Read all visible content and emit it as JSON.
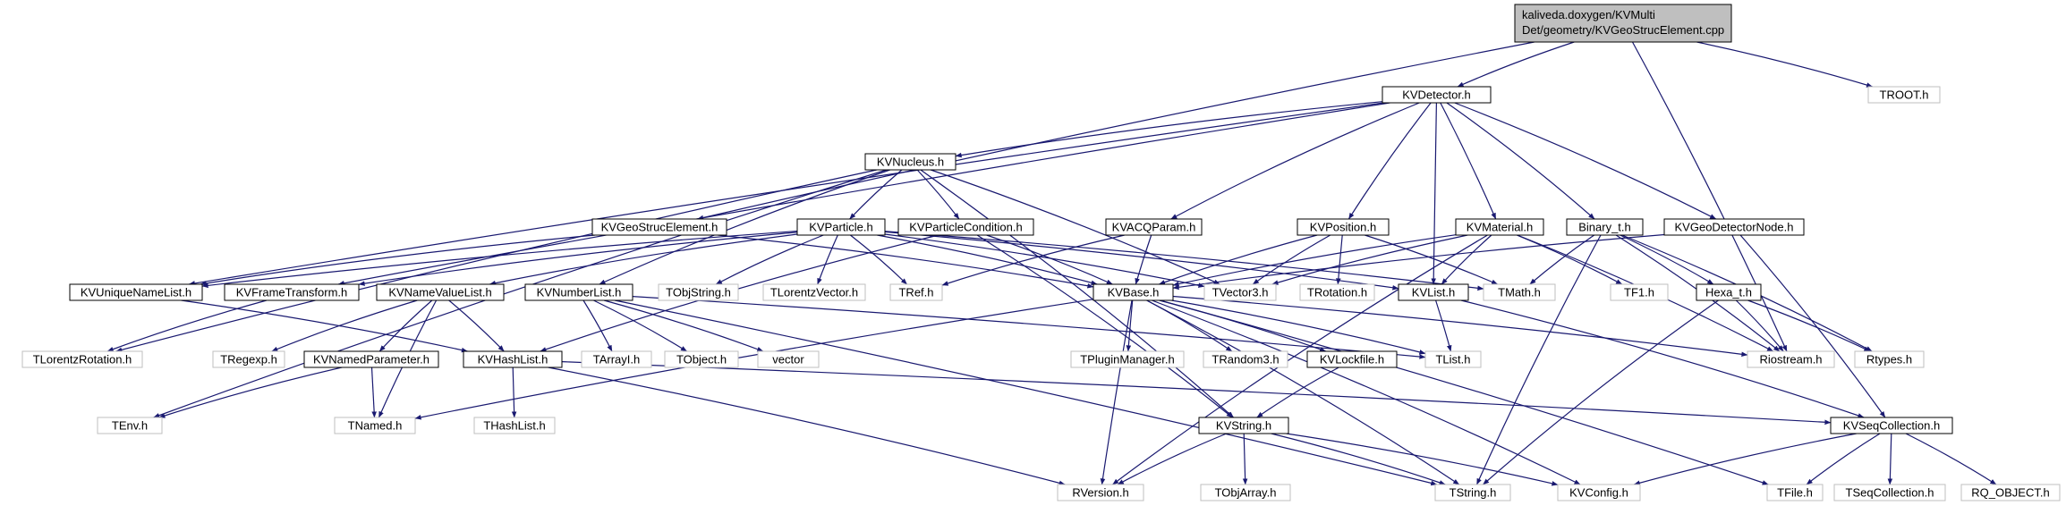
{
  "graph": {
    "nodes": [
      {
        "id": "root",
        "label": [
          "kaliveda.doxygen/KVMulti",
          "Det/geometry/KVGeoStrucElement.cpp"
        ],
        "kind": "root"
      },
      {
        "id": "KVDetector",
        "label": [
          "KVDetector.h"
        ],
        "kind": "project"
      },
      {
        "id": "TROOT",
        "label": [
          "TROOT.h"
        ],
        "kind": "system"
      },
      {
        "id": "KVNucleus",
        "label": [
          "KVNucleus.h"
        ],
        "kind": "project"
      },
      {
        "id": "KVGeoStrucElement",
        "label": [
          "KVGeoStrucElement.h"
        ],
        "kind": "project"
      },
      {
        "id": "KVParticle",
        "label": [
          "KVParticle.h"
        ],
        "kind": "project"
      },
      {
        "id": "KVParticleCondition",
        "label": [
          "KVParticleCondition.h"
        ],
        "kind": "project"
      },
      {
        "id": "KVACQParam",
        "label": [
          "KVACQParam.h"
        ],
        "kind": "project"
      },
      {
        "id": "KVPosition",
        "label": [
          "KVPosition.h"
        ],
        "kind": "project"
      },
      {
        "id": "KVMaterial",
        "label": [
          "KVMaterial.h"
        ],
        "kind": "project"
      },
      {
        "id": "Binary_t",
        "label": [
          "Binary_t.h"
        ],
        "kind": "project"
      },
      {
        "id": "KVGeoDetectorNode",
        "label": [
          "KVGeoDetectorNode.h"
        ],
        "kind": "project"
      },
      {
        "id": "KVUniqueNameList",
        "label": [
          "KVUniqueNameList.h"
        ],
        "kind": "project"
      },
      {
        "id": "KVFrameTransform",
        "label": [
          "KVFrameTransform.h"
        ],
        "kind": "project"
      },
      {
        "id": "KVNameValueList",
        "label": [
          "KVNameValueList.h"
        ],
        "kind": "project"
      },
      {
        "id": "KVNumberList",
        "label": [
          "KVNumberList.h"
        ],
        "kind": "project"
      },
      {
        "id": "TObjString",
        "label": [
          "TObjString.h"
        ],
        "kind": "system"
      },
      {
        "id": "TLorentzVector",
        "label": [
          "TLorentzVector.h"
        ],
        "kind": "system"
      },
      {
        "id": "TRef",
        "label": [
          "TRef.h"
        ],
        "kind": "system"
      },
      {
        "id": "KVBase",
        "label": [
          "KVBase.h"
        ],
        "kind": "project"
      },
      {
        "id": "TVector3",
        "label": [
          "TVector3.h"
        ],
        "kind": "system"
      },
      {
        "id": "TRotation",
        "label": [
          "TRotation.h"
        ],
        "kind": "system"
      },
      {
        "id": "KVList",
        "label": [
          "KVList.h"
        ],
        "kind": "project"
      },
      {
        "id": "TMath",
        "label": [
          "TMath.h"
        ],
        "kind": "system"
      },
      {
        "id": "TF1",
        "label": [
          "TF1.h"
        ],
        "kind": "system"
      },
      {
        "id": "Hexa_t",
        "label": [
          "Hexa_t.h"
        ],
        "kind": "project"
      },
      {
        "id": "TLorentzRotation",
        "label": [
          "TLorentzRotation.h"
        ],
        "kind": "system"
      },
      {
        "id": "TRegexp",
        "label": [
          "TRegexp.h"
        ],
        "kind": "system"
      },
      {
        "id": "KVNamedParameter",
        "label": [
          "KVNamedParameter.h"
        ],
        "kind": "project"
      },
      {
        "id": "KVHashList",
        "label": [
          "KVHashList.h"
        ],
        "kind": "project"
      },
      {
        "id": "TArrayI",
        "label": [
          "TArrayI.h"
        ],
        "kind": "system"
      },
      {
        "id": "TObject",
        "label": [
          "TObject.h"
        ],
        "kind": "system"
      },
      {
        "id": "vector",
        "label": [
          "vector"
        ],
        "kind": "system"
      },
      {
        "id": "TPluginManager",
        "label": [
          "TPluginManager.h"
        ],
        "kind": "system"
      },
      {
        "id": "TRandom3",
        "label": [
          "TRandom3.h"
        ],
        "kind": "system"
      },
      {
        "id": "KVLockfile",
        "label": [
          "KVLockfile.h"
        ],
        "kind": "project"
      },
      {
        "id": "TList",
        "label": [
          "TList.h"
        ],
        "kind": "system"
      },
      {
        "id": "Riostream",
        "label": [
          "Riostream.h"
        ],
        "kind": "system"
      },
      {
        "id": "Rtypes",
        "label": [
          "Rtypes.h"
        ],
        "kind": "system"
      },
      {
        "id": "TEnv",
        "label": [
          "TEnv.h"
        ],
        "kind": "system"
      },
      {
        "id": "TNamed",
        "label": [
          "TNamed.h"
        ],
        "kind": "system"
      },
      {
        "id": "THashList",
        "label": [
          "THashList.h"
        ],
        "kind": "system"
      },
      {
        "id": "KVString",
        "label": [
          "KVString.h"
        ],
        "kind": "project"
      },
      {
        "id": "KVSeqCollection",
        "label": [
          "KVSeqCollection.h"
        ],
        "kind": "project"
      },
      {
        "id": "RVersion",
        "label": [
          "RVersion.h"
        ],
        "kind": "system"
      },
      {
        "id": "TObjArray",
        "label": [
          "TObjArray.h"
        ],
        "kind": "system"
      },
      {
        "id": "TString",
        "label": [
          "TString.h"
        ],
        "kind": "system"
      },
      {
        "id": "KVConfig",
        "label": [
          "KVConfig.h"
        ],
        "kind": "system"
      },
      {
        "id": "TFile",
        "label": [
          "TFile.h"
        ],
        "kind": "system"
      },
      {
        "id": "TSeqCollection",
        "label": [
          "TSeqCollection.h"
        ],
        "kind": "system"
      },
      {
        "id": "RQ_OBJECT",
        "label": [
          "RQ_OBJECT.h"
        ],
        "kind": "system"
      }
    ],
    "edges": [
      [
        "root",
        "KVDetector"
      ],
      [
        "root",
        "TROOT"
      ],
      [
        "root",
        "KVGeoStrucElement"
      ],
      [
        "root",
        "Riostream"
      ],
      [
        "KVDetector",
        "KVNucleus"
      ],
      [
        "KVDetector",
        "KVACQParam"
      ],
      [
        "KVDetector",
        "KVPosition"
      ],
      [
        "KVDetector",
        "KVMaterial"
      ],
      [
        "KVDetector",
        "Binary_t"
      ],
      [
        "KVDetector",
        "KVGeoDetectorNode"
      ],
      [
        "KVDetector",
        "KVList"
      ],
      [
        "KVDetector",
        "KVUniqueNameList"
      ],
      [
        "KVDetector",
        "KVFrameTransform"
      ],
      [
        "KVNucleus",
        "KVParticle"
      ],
      [
        "KVNucleus",
        "KVParticleCondition"
      ],
      [
        "KVNucleus",
        "KVNumberList"
      ],
      [
        "KVNucleus",
        "TVector3"
      ],
      [
        "KVNucleus",
        "KVString"
      ],
      [
        "KVNucleus",
        "TLorentzRotation"
      ],
      [
        "KVNucleus",
        "TEnv"
      ],
      [
        "KVGeoStrucElement",
        "KVUniqueNameList"
      ],
      [
        "KVGeoStrucElement",
        "KVBase"
      ],
      [
        "KVParticle",
        "KVUniqueNameList"
      ],
      [
        "KVParticle",
        "KVFrameTransform"
      ],
      [
        "KVParticle",
        "KVNameValueList"
      ],
      [
        "KVParticle",
        "TObjString"
      ],
      [
        "KVParticle",
        "TLorentzVector"
      ],
      [
        "KVParticle",
        "TRef"
      ],
      [
        "KVParticle",
        "KVBase"
      ],
      [
        "KVParticle",
        "TVector3"
      ],
      [
        "KVParticle",
        "TMath"
      ],
      [
        "KVParticle",
        "KVList"
      ],
      [
        "KVParticleCondition",
        "KVBase"
      ],
      [
        "KVParticleCondition",
        "KVHashList"
      ],
      [
        "KVParticleCondition",
        "KVString"
      ],
      [
        "KVACQParam",
        "KVBase"
      ],
      [
        "KVACQParam",
        "TRef"
      ],
      [
        "KVPosition",
        "KVBase"
      ],
      [
        "KVPosition",
        "TVector3"
      ],
      [
        "KVPosition",
        "TRotation"
      ],
      [
        "KVPosition",
        "TMath"
      ],
      [
        "KVMaterial",
        "KVBase"
      ],
      [
        "KVMaterial",
        "KVList"
      ],
      [
        "KVMaterial",
        "TF1"
      ],
      [
        "KVMaterial",
        "TVector3"
      ],
      [
        "KVMaterial",
        "Riostream"
      ],
      [
        "KVMaterial",
        "RVersion"
      ],
      [
        "Binary_t",
        "TMath"
      ],
      [
        "Binary_t",
        "Hexa_t"
      ],
      [
        "Binary_t",
        "Riostream"
      ],
      [
        "Binary_t",
        "Rtypes"
      ],
      [
        "Binary_t",
        "TString"
      ],
      [
        "KVGeoDetectorNode",
        "KVBase"
      ],
      [
        "KVGeoDetectorNode",
        "KVSeqCollection"
      ],
      [
        "KVUniqueNameList",
        "KVHashList"
      ],
      [
        "KVFrameTransform",
        "TLorentzRotation"
      ],
      [
        "KVNameValueList",
        "TRegexp"
      ],
      [
        "KVNameValueList",
        "KVNamedParameter"
      ],
      [
        "KVNameValueList",
        "KVHashList"
      ],
      [
        "KVNameValueList",
        "TNamed"
      ],
      [
        "KVNumberList",
        "TArrayI"
      ],
      [
        "KVNumberList",
        "TObject"
      ],
      [
        "KVNumberList",
        "vector"
      ],
      [
        "KVNumberList",
        "TString"
      ],
      [
        "KVNumberList",
        "TList"
      ],
      [
        "KVBase",
        "TPluginManager"
      ],
      [
        "KVBase",
        "TRandom3"
      ],
      [
        "KVBase",
        "KVLockfile"
      ],
      [
        "KVBase",
        "TList"
      ],
      [
        "KVBase",
        "Riostream"
      ],
      [
        "KVBase",
        "TNamed"
      ],
      [
        "KVBase",
        "RVersion"
      ],
      [
        "KVBase",
        "TString"
      ],
      [
        "KVBase",
        "KVConfig"
      ],
      [
        "KVBase",
        "TFile"
      ],
      [
        "KVList",
        "TList"
      ],
      [
        "KVList",
        "KVSeqCollection"
      ],
      [
        "Hexa_t",
        "Riostream"
      ],
      [
        "Hexa_t",
        "Rtypes"
      ],
      [
        "Hexa_t",
        "TString"
      ],
      [
        "KVNamedParameter",
        "TNamed"
      ],
      [
        "KVNamedParameter",
        "TEnv"
      ],
      [
        "KVHashList",
        "THashList"
      ],
      [
        "KVHashList",
        "KVSeqCollection"
      ],
      [
        "KVHashList",
        "RVersion"
      ],
      [
        "KVLockfile",
        "KVString"
      ],
      [
        "KVString",
        "RVersion"
      ],
      [
        "KVString",
        "TObjArray"
      ],
      [
        "KVString",
        "TString"
      ],
      [
        "KVString",
        "KVConfig"
      ],
      [
        "KVSeqCollection",
        "KVConfig"
      ],
      [
        "KVSeqCollection",
        "TFile"
      ],
      [
        "KVSeqCollection",
        "TSeqCollection"
      ],
      [
        "KVSeqCollection",
        "RQ_OBJECT"
      ]
    ],
    "colors": {
      "project_border": "#000000",
      "system_border": "#bfbfbf",
      "root_fill": "#bfbfbf",
      "edge": "#191970",
      "text": "#000000"
    }
  }
}
